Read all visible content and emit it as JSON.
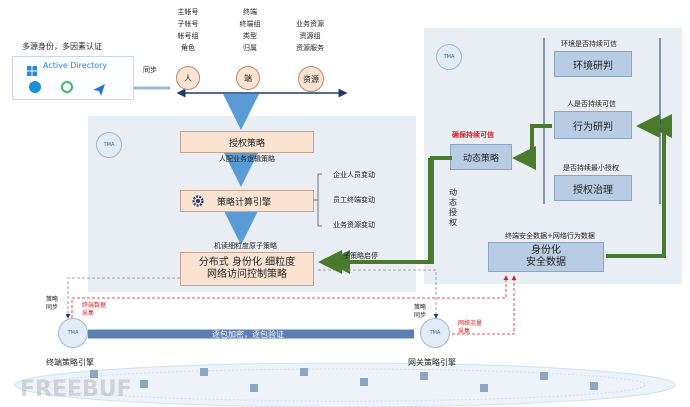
{
  "left": {
    "source_title": "多源身份，多因素认证",
    "ad_label": "Active Directory",
    "sync_label": "同步"
  },
  "entities": {
    "person": {
      "label": "人",
      "attrs": [
        "主帐号",
        "子帐号",
        "帐号组",
        "角色"
      ]
    },
    "terminal": {
      "label": "端",
      "attrs": [
        "终端",
        "终端组",
        "类型",
        "归属"
      ]
    },
    "resource": {
      "label": "资源",
      "attrs": [
        "业务资源",
        "资源组",
        "资源服务"
      ]
    }
  },
  "flow": {
    "auth_policy": "授权策略",
    "auth_note": "人配业务逻辑策略",
    "engine": "策略计算引擎",
    "engine_note": "机读细粒度原子策略",
    "control_line1": "分布式 身份化 细粒度",
    "control_line2": "网络访问控制策略",
    "changes": [
      "企业人员变动",
      "员工终端变动",
      "业务资源变动"
    ],
    "atomic_start": "原子策略启停"
  },
  "right": {
    "dynamic_title": "确保持续可信",
    "dynamic_policy": "动态策略",
    "dynamic_auth": "动态授权",
    "env_q": "环境是否持续可信",
    "env": "环境研判",
    "behavior_q": "人是否持续可信",
    "behavior": "行为研判",
    "privilege_q": "是否持续最小授权",
    "privilege": "授权治理",
    "data_note": "终端安全数据+网络行为数据",
    "data_line1": "身份化",
    "data_line2": "安全数据"
  },
  "bottom": {
    "policy_sync_a": "策略同步",
    "policy_sync_b": "策略同步",
    "terminal_data": "终端数据采集",
    "traffic_data": "网络流量采集",
    "tunnel": "逐包加密，逐包验证",
    "endpoint_engine": "终端策略引擎",
    "gateway_engine": "网关策略引擎"
  },
  "icons": {
    "tma_label": "TMA",
    "colors": {
      "arrow_green": "#4a7a2c",
      "arrow_blue": "#5b9bd5",
      "red": "#e02020",
      "peach": "#fbe3d2",
      "blue_box": "#b8cde3"
    }
  },
  "watermark": "FREEBUF"
}
